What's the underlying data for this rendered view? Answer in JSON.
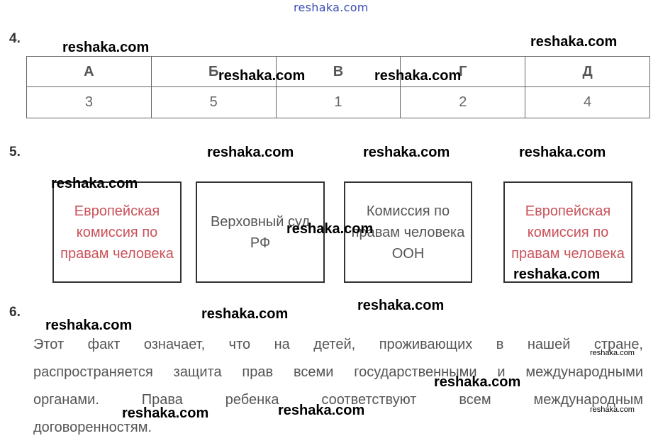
{
  "watermark": "reshaka.com",
  "sections": {
    "q4": {
      "number": "4."
    },
    "q5": {
      "number": "5."
    },
    "q6": {
      "number": "6."
    }
  },
  "table": {
    "headers": [
      "А",
      "Б",
      "В",
      "Г",
      "Д"
    ],
    "values": [
      "3",
      "5",
      "1",
      "2",
      "4"
    ]
  },
  "boxes": [
    {
      "text": "Европейская комиссия по правам человека"
    },
    {
      "text": "Верховный суд РФ"
    },
    {
      "text": "Комиссия по правам человека ООН"
    },
    {
      "text": "Европейская комиссия по правам человека"
    }
  ],
  "paragraph": {
    "line1": "Этот факт означает, что на детей, проживающих в нашей стране,",
    "line2": "распространяется защита прав всеми государственными и международными",
    "line3": "органами. Права ребенка соответствуют всем международным",
    "line4": "договоренностям."
  },
  "colors": {
    "accent_red": "#c9525a",
    "watermark_top": "#3a4bb5"
  }
}
